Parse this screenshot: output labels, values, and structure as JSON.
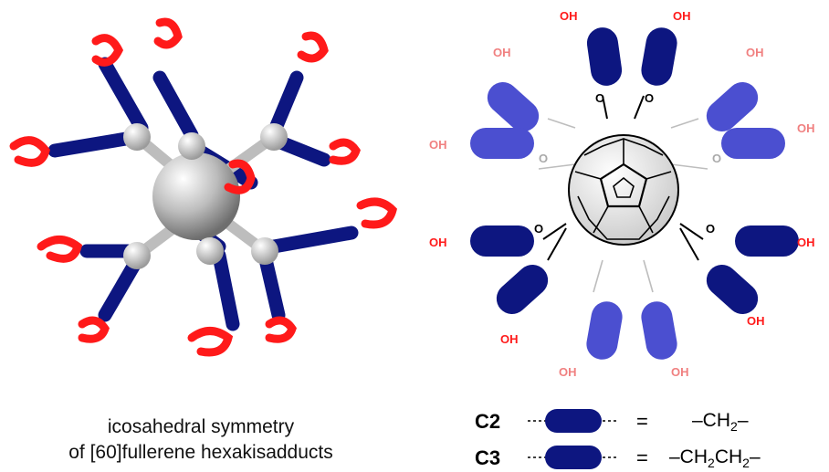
{
  "caption": {
    "line1": "icosahedral symmetry",
    "line2": "of [60]fullerene hexakisadducts"
  },
  "legend": [
    {
      "name": "C2",
      "equals": "=",
      "formula_parts": [
        "–CH",
        "2",
        "–"
      ]
    },
    {
      "name": "C3",
      "equals": "=",
      "formula_parts": [
        "–CH",
        "2",
        "CH",
        "2",
        "–"
      ]
    }
  ],
  "labels": {
    "acid": "OH",
    "ester_o": "O"
  },
  "colors": {
    "dark_blue": "#0d1680",
    "light_blue": "#4b4fd0",
    "red": "#ff1a1a",
    "light_red": "#f08080",
    "gray": "#bdbdbd"
  }
}
